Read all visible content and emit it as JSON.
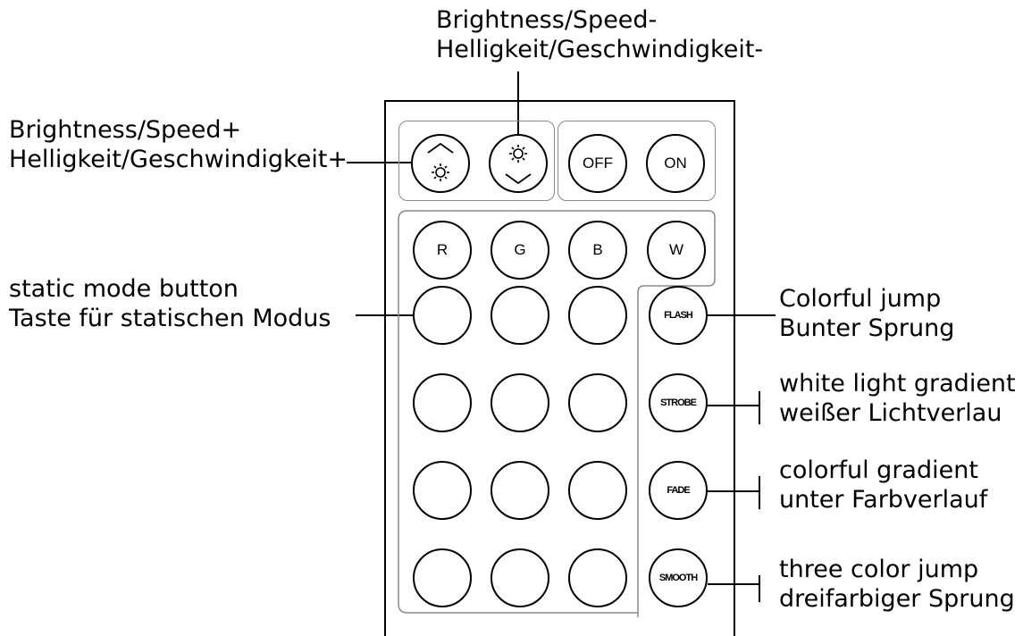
{
  "labels": {
    "brightness_down": [
      "Brightness/Speed-",
      "Helligkeit/Geschwindigkeit-"
    ],
    "brightness_up": [
      "Brightness/Speed+",
      "Helligkeit/Geschwindigkeit+"
    ],
    "static_mode": [
      "static mode button",
      "Taste für statischen Modus"
    ],
    "flash": [
      "Colorful jump",
      "Bunter Sprung"
    ],
    "strobe": [
      "white light gradient",
      "weißer Lichtverlau"
    ],
    "fade": [
      "colorful gradient",
      "unter Farbverlauf"
    ],
    "smooth": [
      "three color jump",
      "dreifarbiger Sprung"
    ]
  },
  "buttons": {
    "off": "OFF",
    "on": "ON",
    "r": "R",
    "g": "G",
    "b": "B",
    "w": "W",
    "flash": "FLASH",
    "strobe": "STROBE",
    "fade": "FADE",
    "smooth": "SMOOTH"
  },
  "icons": {
    "brightness_up_button": [
      "chevron-up-icon",
      "sun-icon"
    ],
    "brightness_down_button": [
      "sun-icon",
      "chevron-down-icon"
    ]
  },
  "colors": {
    "line": "#000000",
    "group_border": "#8a8a8a",
    "background": "#ffffff"
  }
}
